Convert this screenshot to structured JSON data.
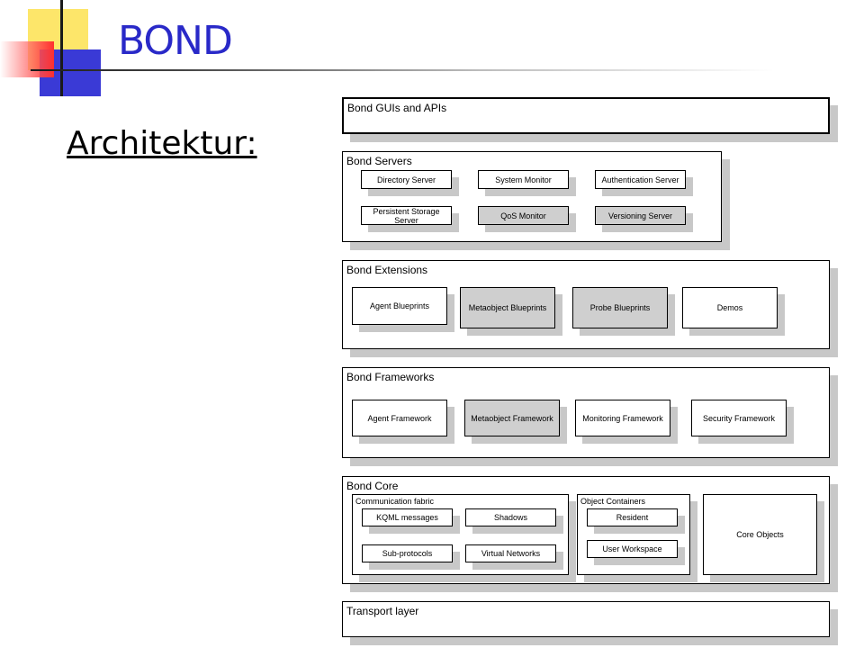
{
  "slide": {
    "title": "BOND",
    "subtitle": "Architektur:"
  },
  "diagram": {
    "guis_apis": "Bond GUIs and APIs",
    "servers": {
      "label": "Bond Servers",
      "items": [
        "Directory Server",
        "System Monitor",
        "Authentication Server",
        "Persistent Storage Server",
        "QoS Monitor",
        "Versioning Server"
      ]
    },
    "extensions": {
      "label": "Bond Extensions",
      "items": [
        "Agent Blueprints",
        "Metaobject Blueprints",
        "Probe Blueprints",
        "Demos"
      ]
    },
    "frameworks": {
      "label": "Bond Frameworks",
      "items": [
        "Agent Framework",
        "Metaobject Framework",
        "Monitoring Framework",
        "Security Framework"
      ]
    },
    "core": {
      "label": "Bond Core",
      "communication": {
        "label": "Communication fabric",
        "items": [
          "KQML messages",
          "Shadows",
          "Sub-protocols",
          "Virtual Networks"
        ]
      },
      "containers": {
        "label": "Object Containers",
        "items": [
          "Resident",
          "User Workspace"
        ]
      },
      "core_objects": "Core Objects"
    },
    "transport": "Transport layer"
  }
}
